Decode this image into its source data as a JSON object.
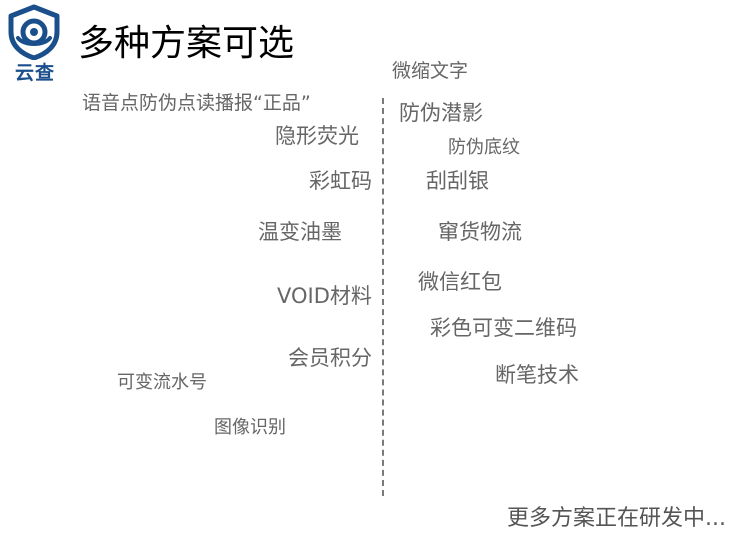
{
  "brand": {
    "logo_text": "云查",
    "primary_color": "#1b4f8c"
  },
  "title": "多种方案可选",
  "left_items": [
    "语音点防伪点读播报“正品”",
    "隐形荧光",
    "彩虹码",
    "温变油墨",
    "VOID材料",
    "会员积分",
    "可变流水号",
    "图像识别"
  ],
  "right_items": [
    "微缩文字",
    "防伪潜影",
    "防伪底纹",
    "刮刮银",
    "窜货物流",
    "微信红包",
    "彩色可变二维码",
    "断笔技术"
  ],
  "footer": "更多方案正在研发中..."
}
